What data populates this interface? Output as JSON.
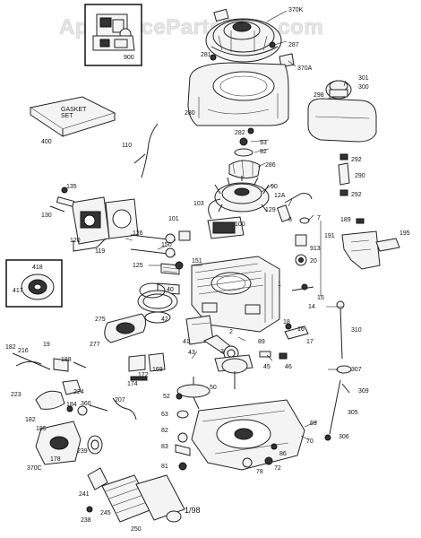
{
  "watermark": "AppliancePartsPros.com",
  "gasket_label": "GASKET\nSET",
  "footer": "1/98",
  "callouts": [
    {
      "id": "370K",
      "text": "370K"
    },
    {
      "id": "287",
      "text": "287"
    },
    {
      "id": "900",
      "text": "900"
    },
    {
      "id": "281",
      "text": "281"
    },
    {
      "id": "370A",
      "text": "370A"
    },
    {
      "id": "301",
      "text": "301"
    },
    {
      "id": "300",
      "text": "300"
    },
    {
      "id": "298",
      "text": "298"
    },
    {
      "id": "280",
      "text": "280"
    },
    {
      "id": "400",
      "text": "400"
    },
    {
      "id": "282",
      "text": "282"
    },
    {
      "id": "93",
      "text": "93"
    },
    {
      "id": "92",
      "text": "92"
    },
    {
      "id": "110",
      "text": "110"
    },
    {
      "id": "286",
      "text": "286"
    },
    {
      "id": "292a",
      "text": "292"
    },
    {
      "id": "290",
      "text": "290"
    },
    {
      "id": "292b",
      "text": "292"
    },
    {
      "id": "135",
      "text": "135"
    },
    {
      "id": "130",
      "text": "130"
    },
    {
      "id": "90",
      "text": "90"
    },
    {
      "id": "12A",
      "text": "12A"
    },
    {
      "id": "103",
      "text": "103"
    },
    {
      "id": "129",
      "text": "129"
    },
    {
      "id": "7",
      "text": "7"
    },
    {
      "id": "189",
      "text": "189"
    },
    {
      "id": "101",
      "text": "101"
    },
    {
      "id": "100",
      "text": "100"
    },
    {
      "id": "6",
      "text": "6"
    },
    {
      "id": "195",
      "text": "195"
    },
    {
      "id": "120",
      "text": "120"
    },
    {
      "id": "119",
      "text": "119"
    },
    {
      "id": "126",
      "text": "126"
    },
    {
      "id": "191",
      "text": "191"
    },
    {
      "id": "150",
      "text": "150"
    },
    {
      "id": "913",
      "text": "913"
    },
    {
      "id": "125",
      "text": "125"
    },
    {
      "id": "20",
      "text": "20"
    },
    {
      "id": "418",
      "text": "418"
    },
    {
      "id": "151",
      "text": "151"
    },
    {
      "id": "417",
      "text": "417"
    },
    {
      "id": "40",
      "text": "40"
    },
    {
      "id": "1",
      "text": "1"
    },
    {
      "id": "15",
      "text": "15"
    },
    {
      "id": "14",
      "text": "14"
    },
    {
      "id": "310",
      "text": "310"
    },
    {
      "id": "275",
      "text": "275"
    },
    {
      "id": "42",
      "text": "42"
    },
    {
      "id": "18",
      "text": "18"
    },
    {
      "id": "16",
      "text": "16"
    },
    {
      "id": "17",
      "text": "17"
    },
    {
      "id": "182",
      "text": "182"
    },
    {
      "id": "216",
      "text": "216"
    },
    {
      "id": "19",
      "text": "19"
    },
    {
      "id": "41",
      "text": "41"
    },
    {
      "id": "2",
      "text": "2"
    },
    {
      "id": "89",
      "text": "89"
    },
    {
      "id": "277",
      "text": "277"
    },
    {
      "id": "188",
      "text": "188"
    },
    {
      "id": "43",
      "text": "43"
    },
    {
      "id": "3",
      "text": "3"
    },
    {
      "id": "45",
      "text": "45"
    },
    {
      "id": "46",
      "text": "46"
    },
    {
      "id": "307",
      "text": "307"
    },
    {
      "id": "172",
      "text": "172"
    },
    {
      "id": "169",
      "text": "169"
    },
    {
      "id": "174",
      "text": "174"
    },
    {
      "id": "223",
      "text": "223"
    },
    {
      "id": "224",
      "text": "224"
    },
    {
      "id": "52",
      "text": "52"
    },
    {
      "id": "50",
      "text": "50"
    },
    {
      "id": "309",
      "text": "309"
    },
    {
      "id": "207",
      "text": "207"
    },
    {
      "id": "305",
      "text": "305"
    },
    {
      "id": "182b",
      "text": "182"
    },
    {
      "id": "184",
      "text": "184"
    },
    {
      "id": "360",
      "text": "360"
    },
    {
      "id": "185",
      "text": "185"
    },
    {
      "id": "69",
      "text": "69"
    },
    {
      "id": "63",
      "text": "63"
    },
    {
      "id": "70",
      "text": "70"
    },
    {
      "id": "306",
      "text": "306"
    },
    {
      "id": "178",
      "text": "178"
    },
    {
      "id": "239",
      "text": "239"
    },
    {
      "id": "82",
      "text": "82"
    },
    {
      "id": "86",
      "text": "86"
    },
    {
      "id": "370C",
      "text": "370C"
    },
    {
      "id": "83",
      "text": "83"
    },
    {
      "id": "72",
      "text": "72"
    },
    {
      "id": "81",
      "text": "81"
    },
    {
      "id": "78",
      "text": "78"
    },
    {
      "id": "241",
      "text": "241"
    },
    {
      "id": "245",
      "text": "245"
    },
    {
      "id": "250",
      "text": "250"
    },
    {
      "id": "238",
      "text": "238"
    }
  ]
}
